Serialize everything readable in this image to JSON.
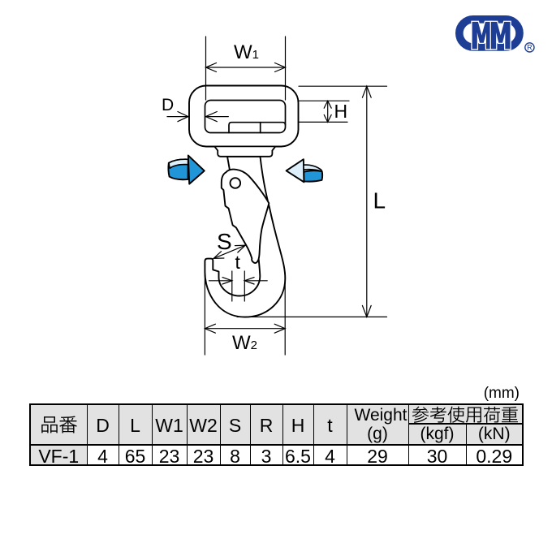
{
  "logo": {
    "text": "MM",
    "registered_mark": "R",
    "color": "#1d3e94"
  },
  "unit_note": "(mm)",
  "drawing": {
    "type": "technical-drawing-swivel-snap-hook",
    "dimension_labels": {
      "w1": {
        "main": "W",
        "sub": "1"
      },
      "d": "D",
      "h": "H",
      "l": "L",
      "s": "S",
      "t": "t",
      "w2": {
        "main": "W",
        "sub": "2"
      }
    },
    "swivel_arrow_colors": {
      "body": "#2095d8",
      "light": "#ddeffa",
      "outline": "#000000"
    }
  },
  "table": {
    "header_bg": "#e2e2e2",
    "headers": {
      "part_no": "品番",
      "d": "D",
      "l": "L",
      "w1": "W1",
      "w2": "W2",
      "s": "S",
      "r": "R",
      "h": "H",
      "t": "t",
      "weight_line1": "Weight",
      "weight_line2": "(g)",
      "working_load": "参考使用荷重",
      "load_kgf": "(kgf)",
      "load_kn": "(kN)"
    },
    "row": {
      "part_no": "VF-1",
      "d": "4",
      "l": "65",
      "w1": "23",
      "w2": "23",
      "s": "8",
      "r": "3",
      "h": "6.5",
      "t": "4",
      "weight_g": "29",
      "load_kgf": "30",
      "load_kn": "0.29"
    }
  }
}
